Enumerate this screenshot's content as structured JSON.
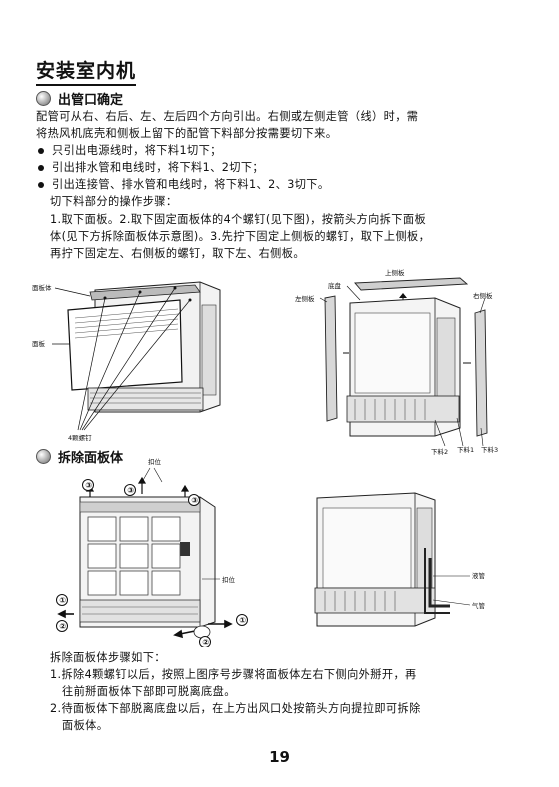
{
  "title": "安装室内机",
  "section1": {
    "heading": "出管口确定",
    "intro_line1": "配管可从右、右后、左、左后四个方向引出。右侧或左侧走管（线）时，需",
    "intro_line2": "将热风机底壳和侧板上留下的配管下料部分按需要切下来。",
    "bullets": [
      "只引出电源线时，将下料1切下；",
      "引出排水管和电线时，将下料1、2切下；",
      "引出连接管、排水管和电线时，将下料1、2、3切下。"
    ],
    "steps_heading": "切下料部分的操作步骤：",
    "steps_line1": "1.取下面板。2.取下固定面板体的4个螺钉(见下图)，按箭头方向拆下面板",
    "steps_line2": "体(见下方拆除面板体示意图)。3.先拧下固定上侧板的螺钉，取下上侧板，",
    "steps_line3": "再拧下固定左、右侧板的螺钉，取下左、右侧板。"
  },
  "figure1": {
    "label_panel_body": "面板体",
    "label_panel": "面板",
    "label_screws": "4颗螺钉"
  },
  "figure2": {
    "label_top_plate": "上侧板",
    "label_base": "底盘",
    "label_left_plate": "左侧板",
    "label_right_plate": "右侧板",
    "label_knock2": "下料2",
    "label_knock1": "下料1",
    "label_knock3": "下料3"
  },
  "section2": {
    "heading": "拆除面板体",
    "steps_heading": "拆除面板体步骤如下：",
    "step1_line1": "1.拆除4颗螺钉以后，按照上图序号步骤将面板体左右下侧向外掰开，再",
    "step1_line2": "往前掰面板体下部即可脱离底盘。",
    "step2_line1": "2.待面板体下部脱离底盘以后，在上方出风口处按箭头方向提拉即可拆除",
    "step2_line2": "面板体。"
  },
  "figure3": {
    "label_clip_top": "扣位",
    "label_clip_side": "扣位",
    "num1": "①",
    "num2": "②",
    "num3": "③"
  },
  "figure4": {
    "label_liquid_pipe": "液管",
    "label_gas_pipe": "气管"
  },
  "page_number": "19"
}
